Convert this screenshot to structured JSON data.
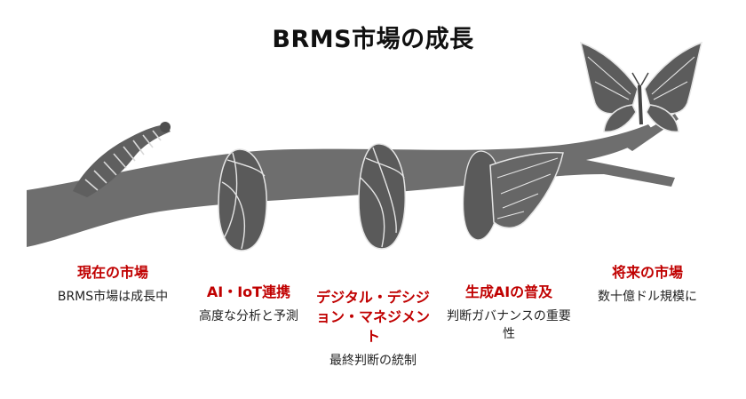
{
  "title": "BRMS市場の成長",
  "colors": {
    "accent": "#c00000",
    "branch": "#6e6e6e",
    "text": "#222222"
  },
  "stages": [
    {
      "icon": "caterpillar-icon",
      "heading": "現在の市場",
      "description": "BRMS市場は成長中"
    },
    {
      "icon": "cocoon-icon",
      "heading": "AI・IoT連携",
      "description": "高度な分析と予測"
    },
    {
      "icon": "chrysalis-icon",
      "heading": "デジタル・デシジョン・マネジメント",
      "description": "最終判断の統制"
    },
    {
      "icon": "emerging-butterfly-icon",
      "heading": "生成AIの普及",
      "description": "判断ガバナンスの重要性"
    },
    {
      "icon": "butterfly-icon",
      "heading": "将来の市場",
      "description": "数十億ドル規模に"
    }
  ]
}
